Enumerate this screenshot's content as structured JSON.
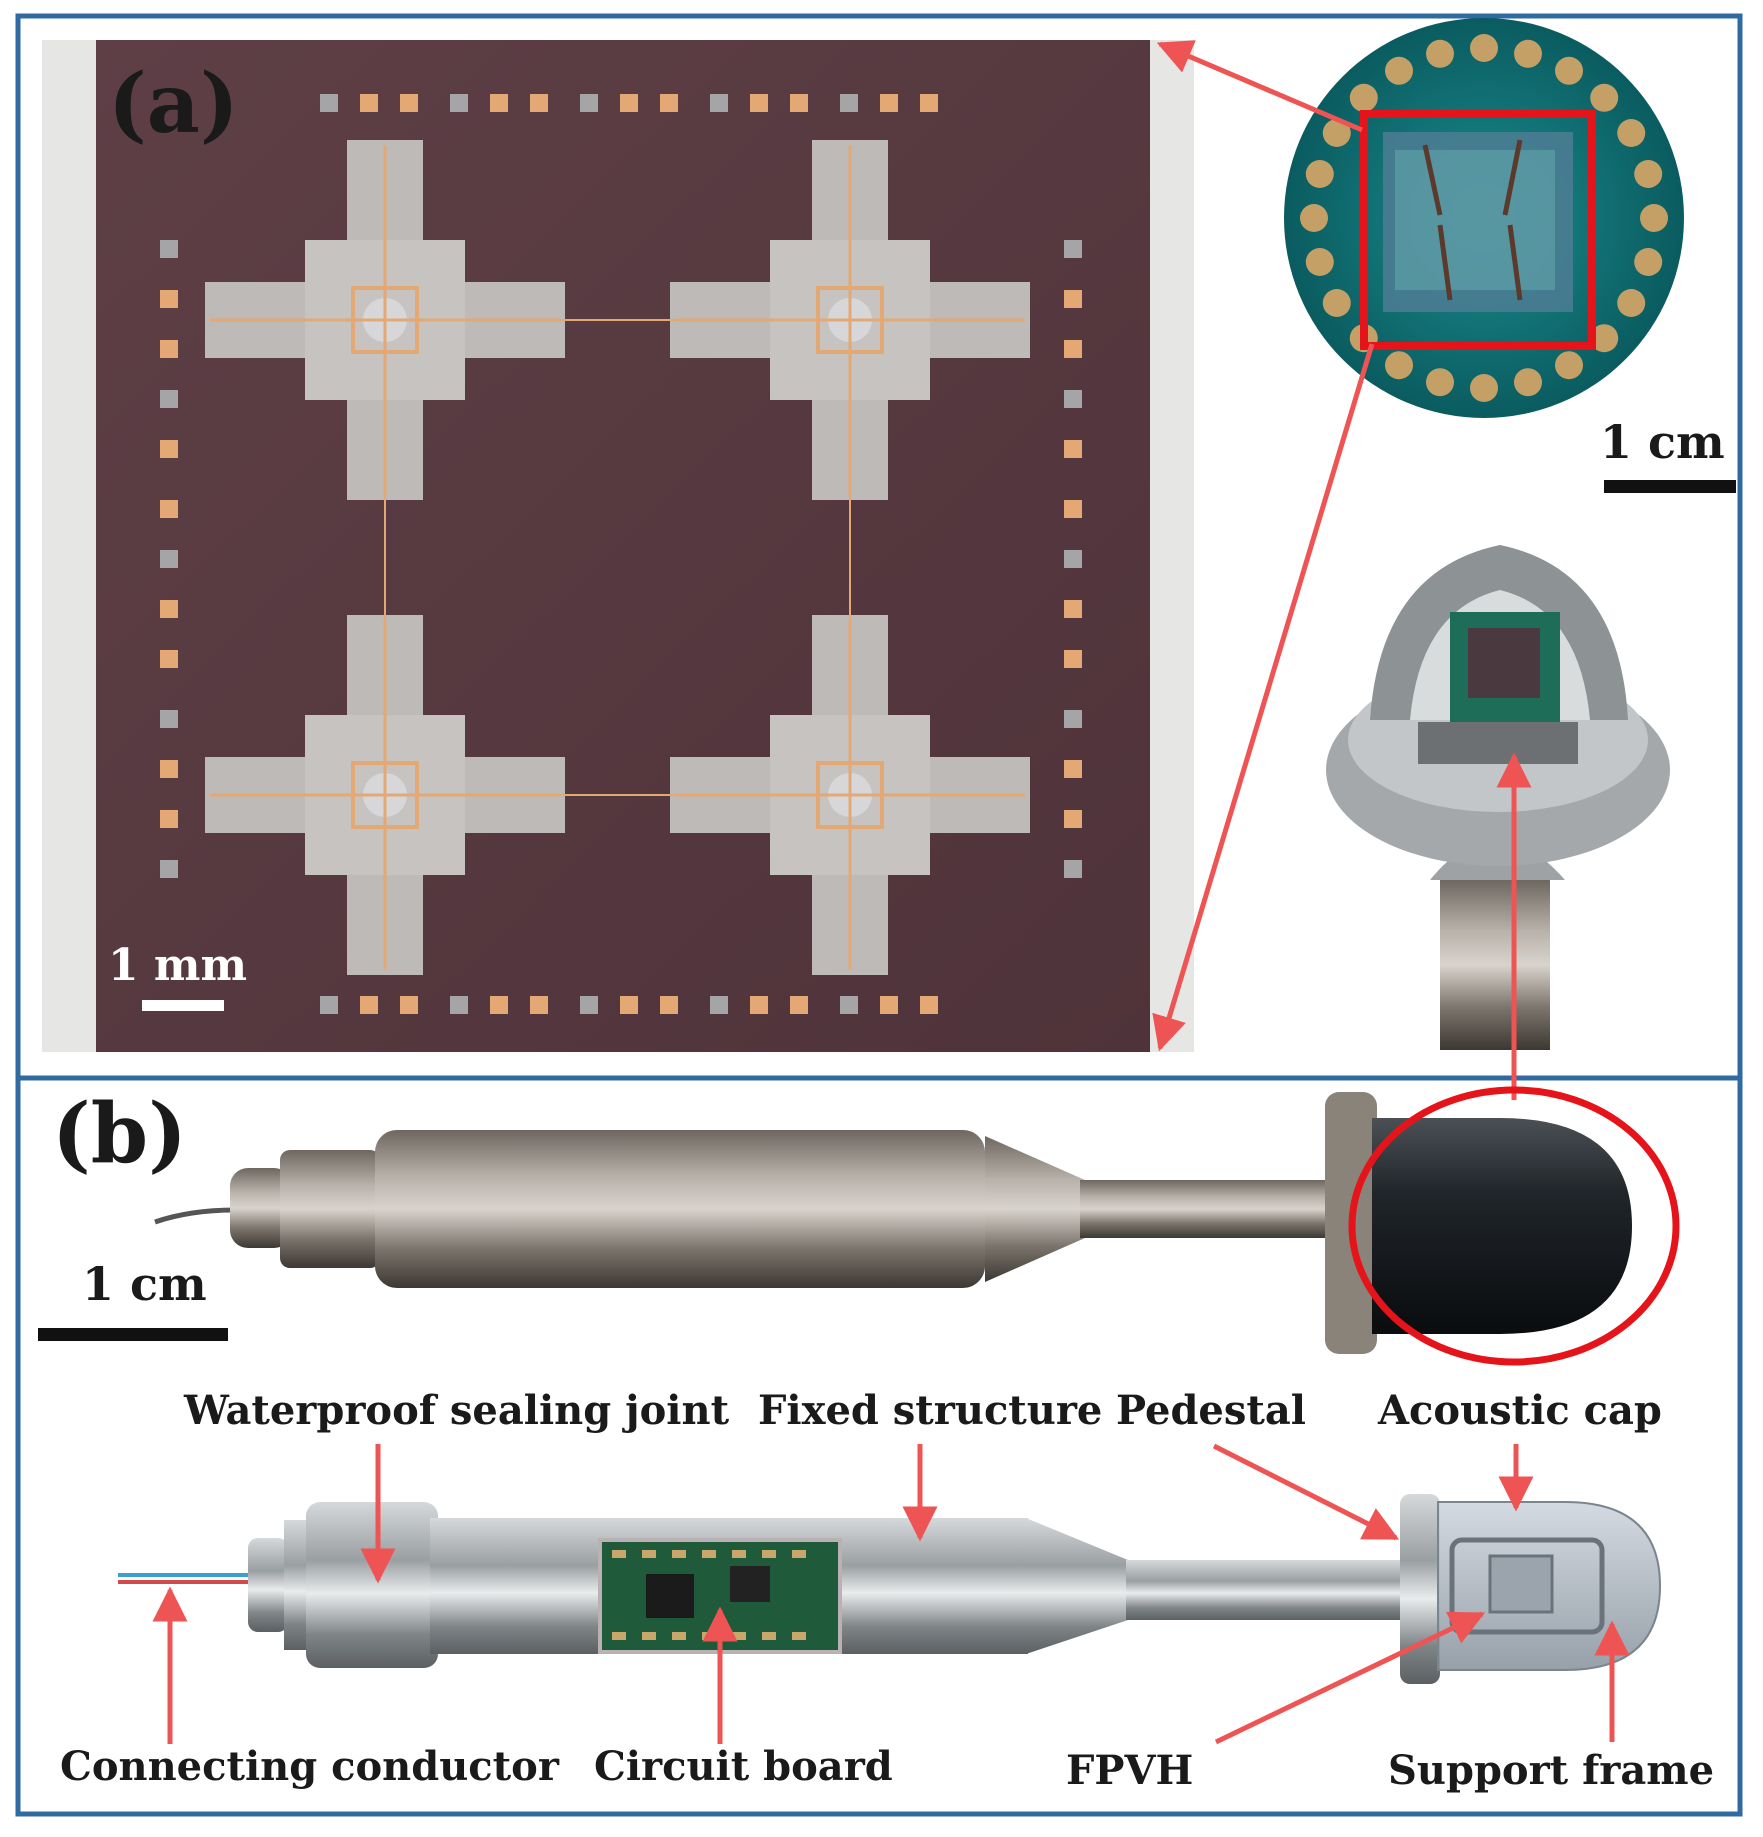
{
  "panels": {
    "a": {
      "label": "(a)"
    },
    "b": {
      "label": "(b)"
    }
  },
  "scale_bars": {
    "chip": "1 mm",
    "pcb": "1 cm",
    "photo": "1 cm"
  },
  "callouts": {
    "waterproof_joint": "Waterproof  sealing joint",
    "fixed_structure": "Fixed  structure",
    "pedestal": "Pedestal",
    "acoustic_cap": "Acoustic  cap",
    "connecting_conductor": "Connecting  conductor",
    "circuit_board": "Circuit  board",
    "fpvh": "FPVH",
    "support_frame": "Support  frame"
  },
  "colors": {
    "frame": "#2f6aa0",
    "arrow": "#ee5454",
    "highlight": "#e5141b",
    "chip": "#5a3b40",
    "pcb": "#0d6f72",
    "pad": "#e3a874",
    "metal": "#a9aeb2"
  }
}
